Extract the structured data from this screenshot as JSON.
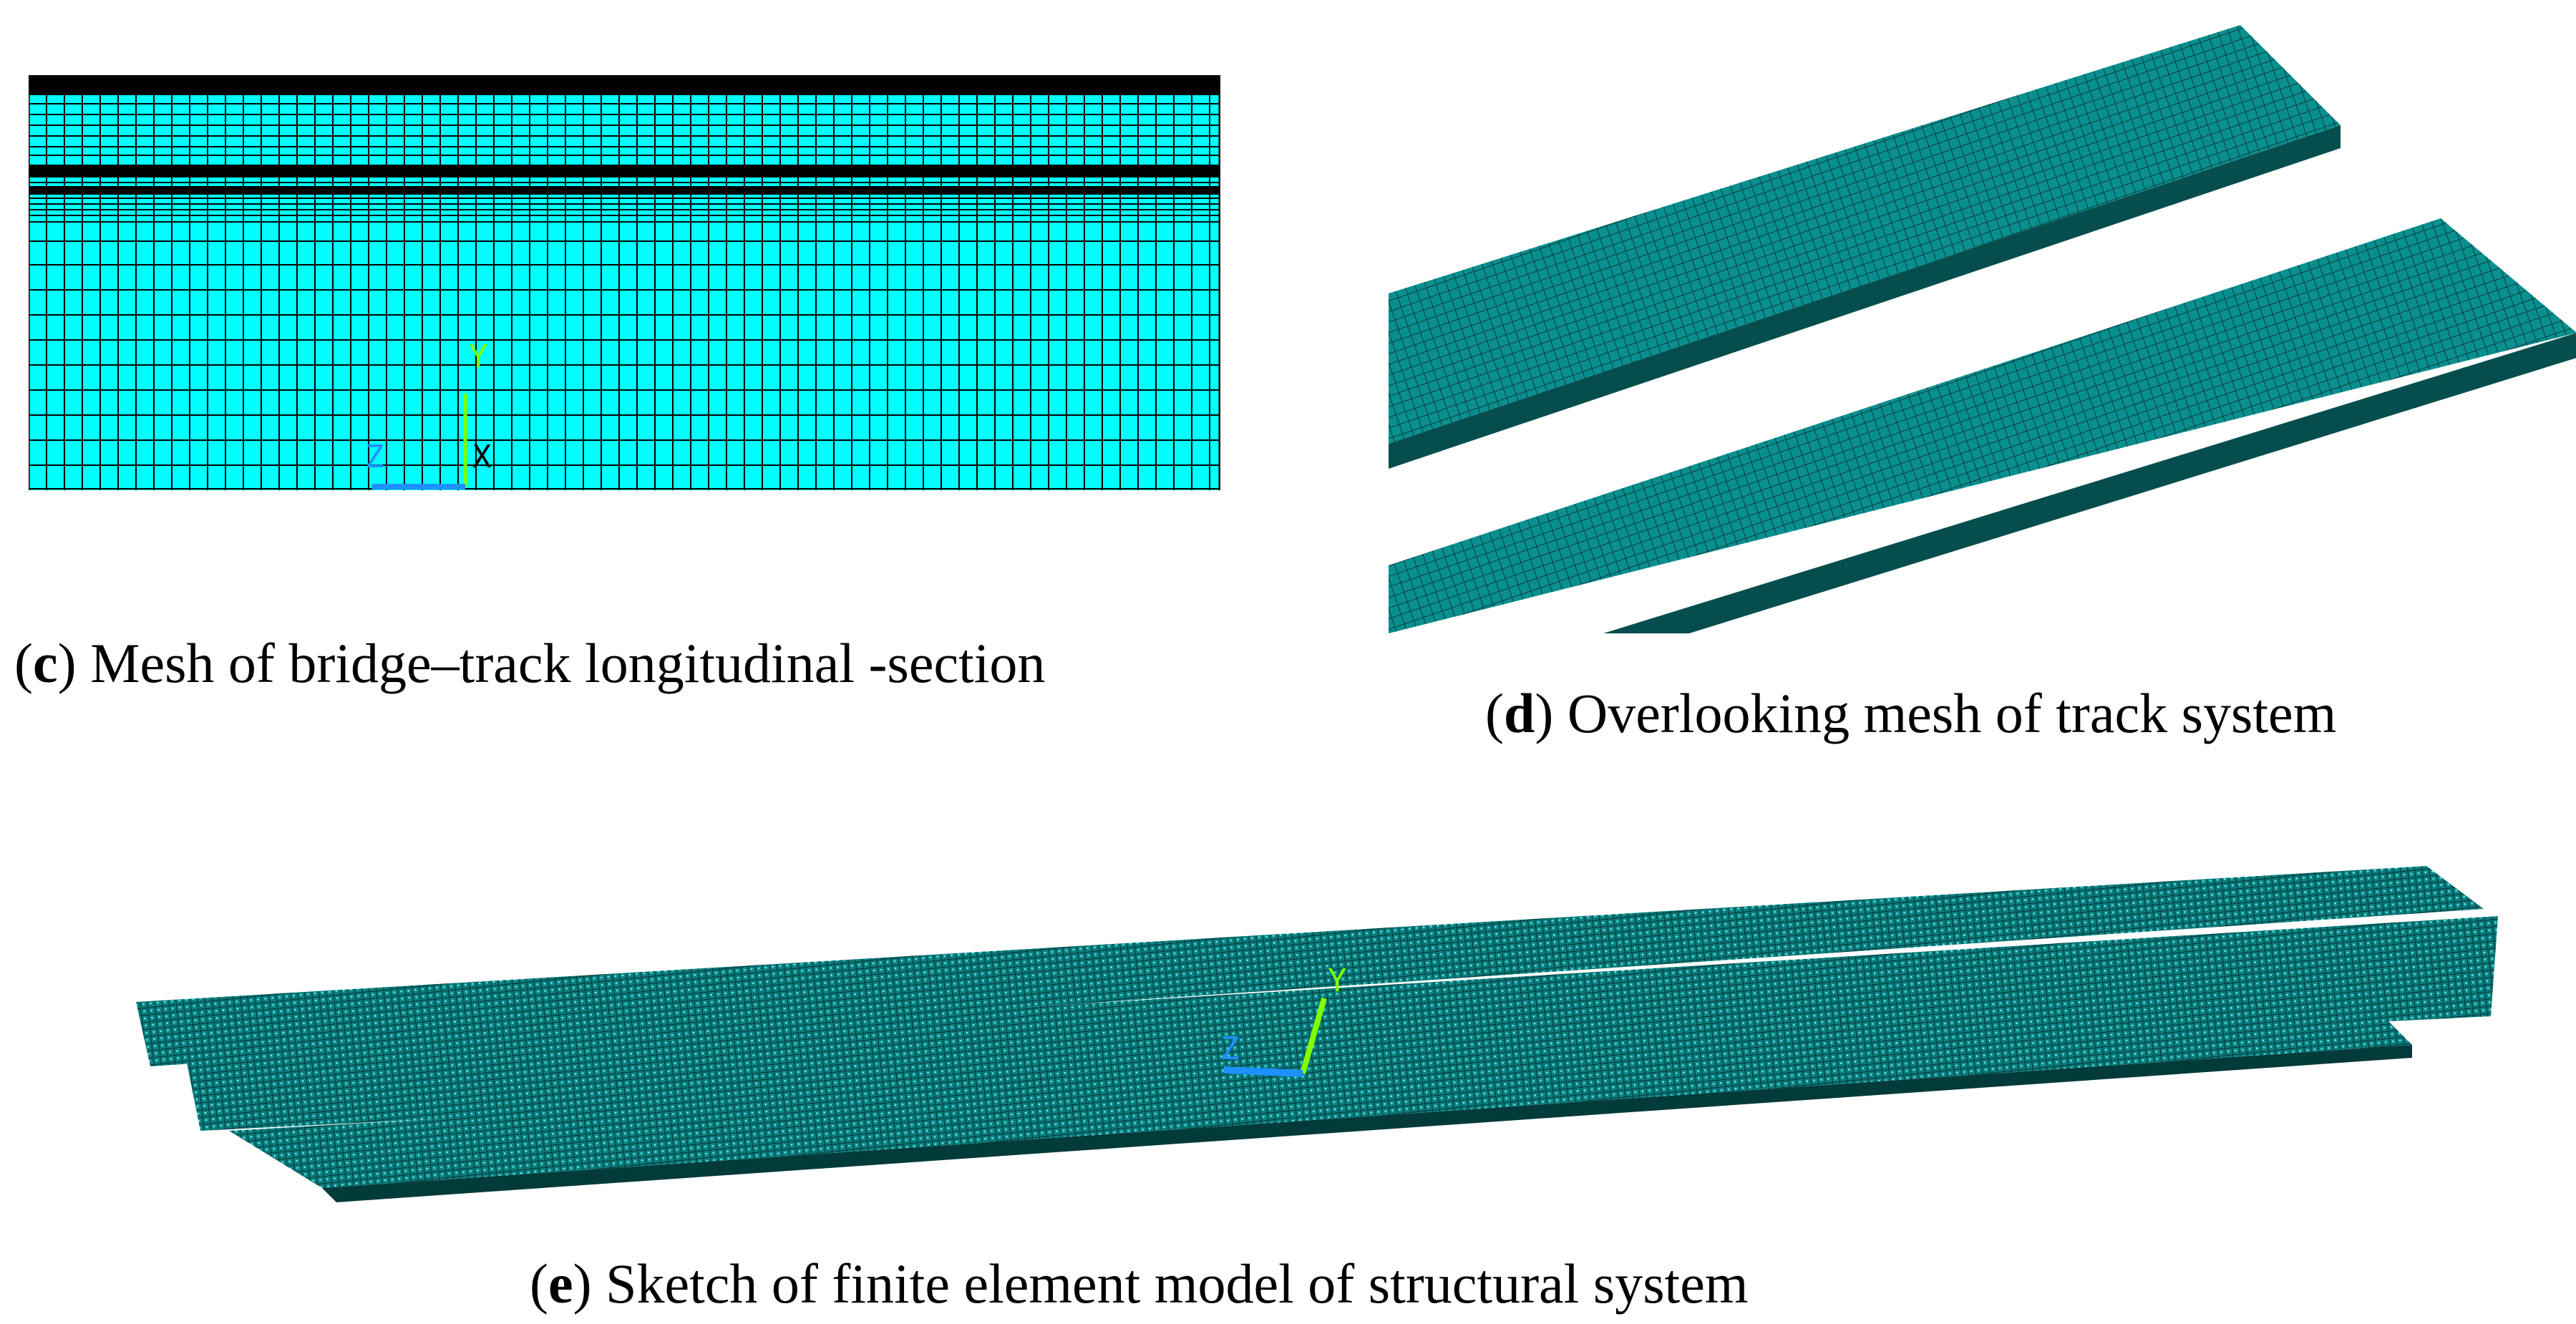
{
  "panels": {
    "c": {
      "letter": "c",
      "caption": "Mesh of bridge–track longitudinal -section",
      "axes": {
        "y": "Y",
        "z": "Z",
        "x": "X"
      }
    },
    "d": {
      "letter": "d",
      "caption": "Overlooking mesh of track system"
    },
    "e": {
      "letter": "e",
      "caption": "Sketch of finite element model of structural system",
      "axes": {
        "y": "Y",
        "z": "Z"
      }
    }
  },
  "colors": {
    "mesh_fill": "#00ffff",
    "mesh_line": "#000000",
    "track_teal": "#0a8f8f",
    "axis_y": "#7fff00",
    "axis_z": "#1e90ff"
  }
}
